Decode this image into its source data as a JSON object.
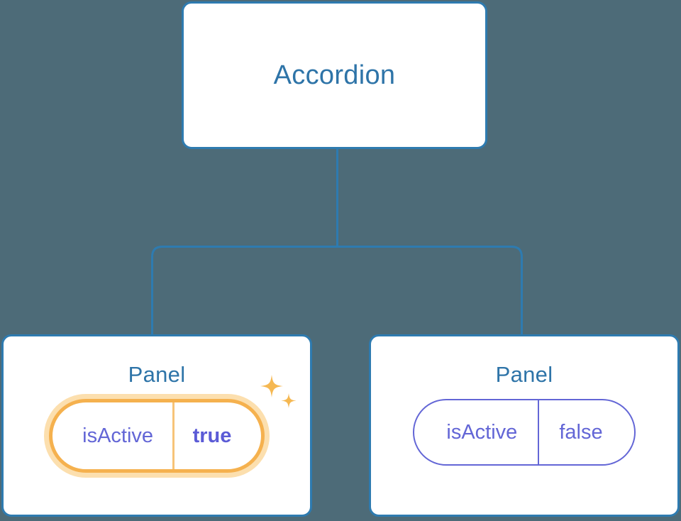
{
  "canvas": {
    "background_color": "#4d6b78",
    "node_border_color": "#2e7bb0",
    "node_background_color": "#ffffff",
    "edge_color": "#2e7bb0",
    "title_color": "#2e74a8",
    "prop_color": "#6366d6",
    "highlight_border_color": "#f5b14e",
    "highlight_glow_color": "#fcdfae",
    "highlight_value_color": "#5b5bd6",
    "sparkle_color": "#f5b852"
  },
  "tree": {
    "root": {
      "title": "Accordion"
    },
    "children": [
      {
        "title": "Panel",
        "highlighted": true,
        "prop": {
          "key": "isActive",
          "value": "true"
        },
        "sparkle_icons": [
          "sparkle-large-icon",
          "sparkle-small-icon"
        ]
      },
      {
        "title": "Panel",
        "highlighted": false,
        "prop": {
          "key": "isActive",
          "value": "false"
        }
      }
    ]
  }
}
